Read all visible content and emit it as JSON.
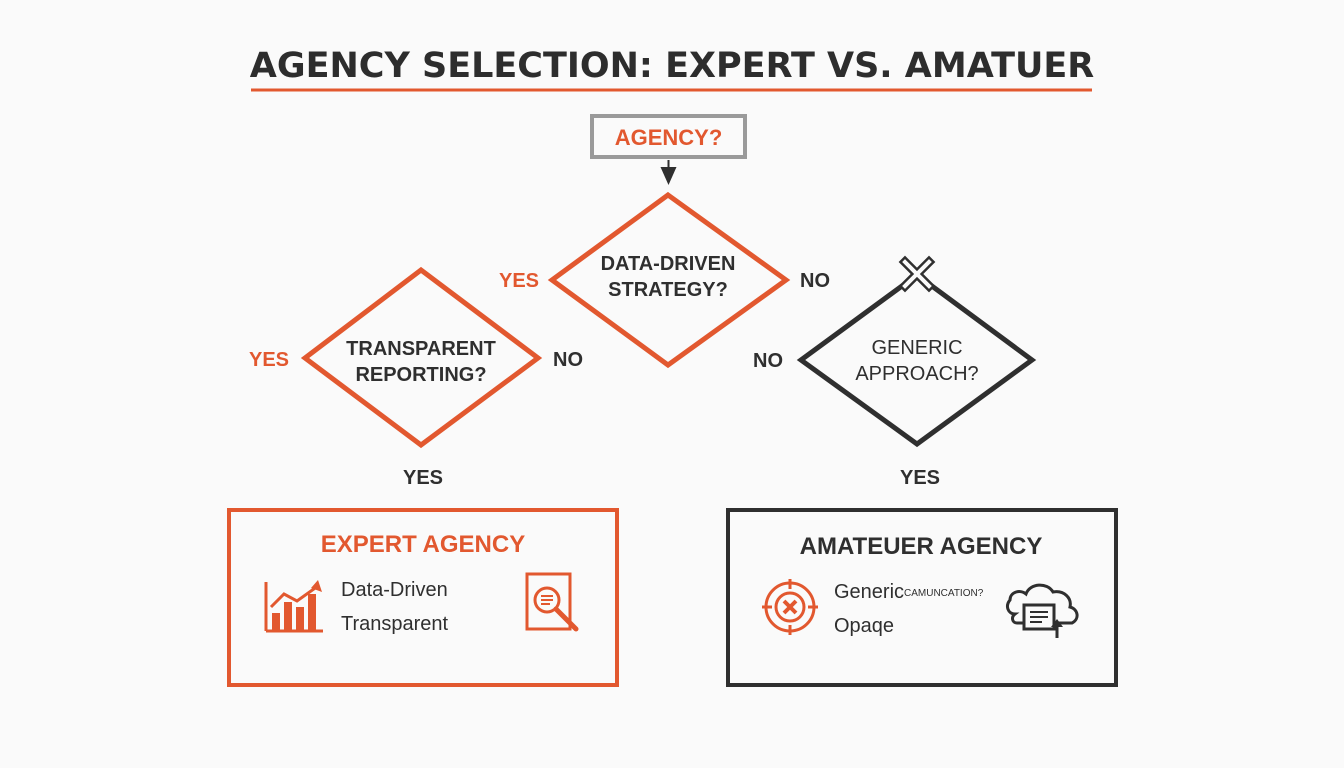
{
  "title": "AGENCY SELECTION: EXPERT VS. AMATUER",
  "colors": {
    "accent": "#e2582f",
    "dark": "#2f2f2f",
    "muted": "#9a9a9a",
    "background": "#fafafa"
  },
  "start": {
    "label": "AGENCY?"
  },
  "decisions": {
    "data_driven": {
      "line1": "DATA-DRIVEN",
      "line2": "STRATEGY?",
      "yes": "YES",
      "no": "NO"
    },
    "transparent": {
      "line1": "TRANSPARENT",
      "line2": "REPORTING?",
      "yes_left": "YES",
      "no_right": "NO",
      "yes_bottom": "YES"
    },
    "generic": {
      "line1": "GENERIC",
      "line2": "APPROACH?",
      "no_left": "NO",
      "yes_bottom": "YES",
      "top_icon": "x-mark-icon"
    }
  },
  "outcomes": {
    "expert": {
      "title": "EXPERT AGENCY",
      "item1": "Data-Driven",
      "item2": "Transparent",
      "left_icon": "bar-chart-trend-icon",
      "right_icon": "magnifier-report-icon"
    },
    "amateur": {
      "title": "AMATEUER AGENCY",
      "item1": "Generic",
      "item1_suffix": "CAMUNCATION?",
      "item2": "Opaqe",
      "left_icon": "target-cross-icon",
      "right_icon": "cloud-document-icon"
    }
  }
}
